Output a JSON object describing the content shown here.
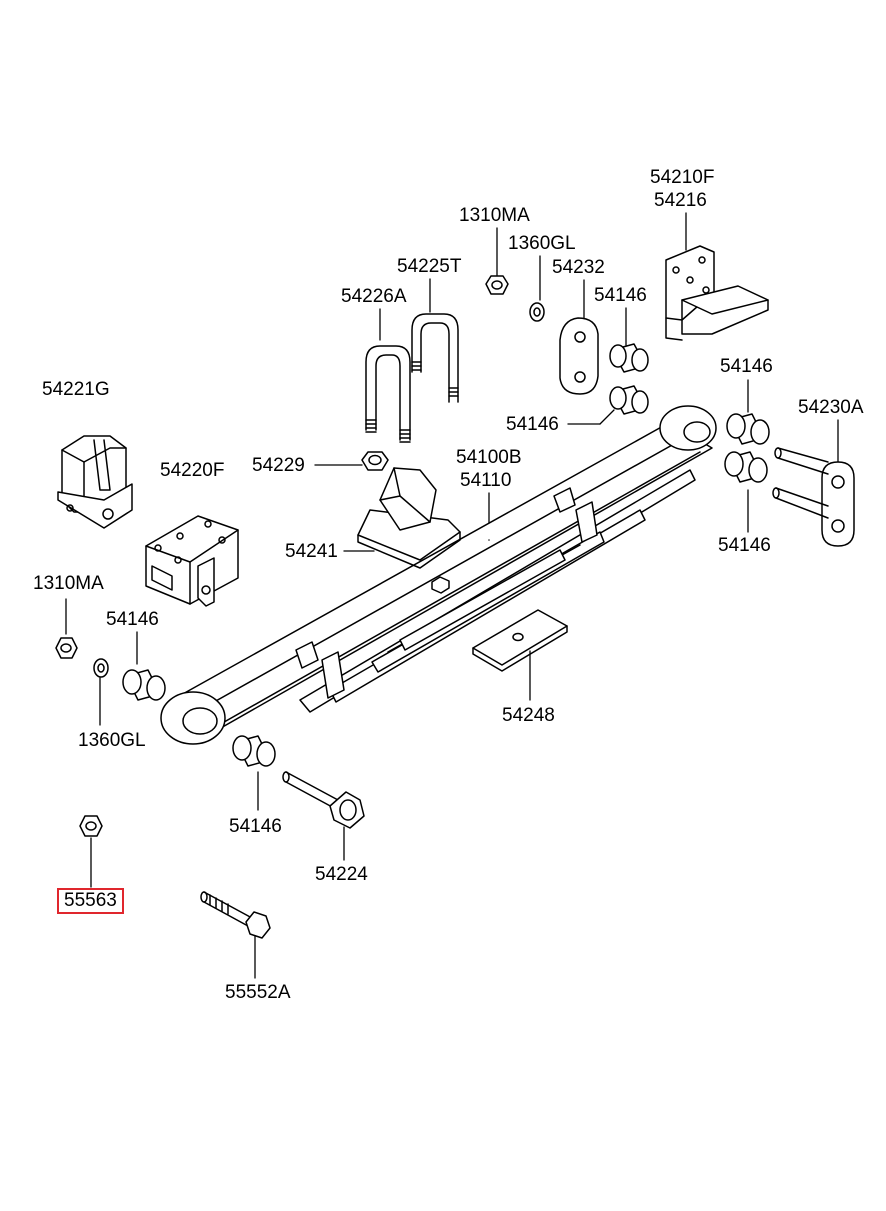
{
  "labels": {
    "p54210F": "54210F",
    "p54216": "54216",
    "p1310MA_top": "1310MA",
    "p1360GL_top": "1360GL",
    "p54225T": "54225T",
    "p54232": "54232",
    "p54226A": "54226A",
    "p54146_a": "54146",
    "p54221G": "54221G",
    "p54146_b": "54146",
    "p54230A": "54230A",
    "p54146_c": "54146",
    "p54229": "54229",
    "p54100B": "54100B",
    "p54110": "54110",
    "p54220F": "54220F",
    "p54146_d": "54146",
    "p54241": "54241",
    "p1310MA_left": "1310MA",
    "p54146_e": "54146",
    "p54248": "54248",
    "p1360GL_left": "1360GL",
    "p54146_f": "54146",
    "p54224": "54224",
    "p55563": "55563",
    "p55552A": "55552A"
  },
  "highlight": {
    "part": "55563",
    "color": "#e0262d"
  }
}
